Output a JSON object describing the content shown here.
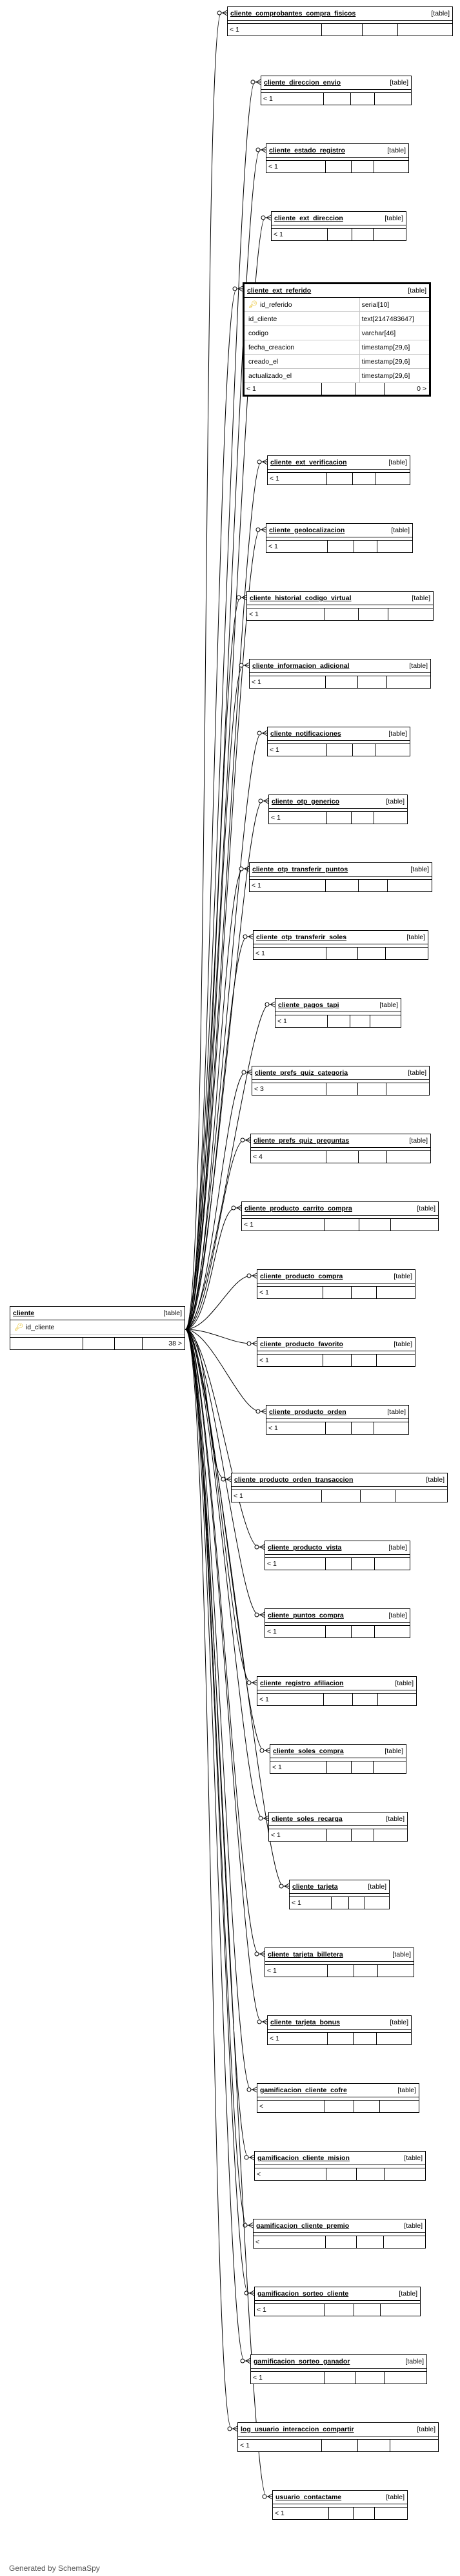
{
  "generated_by": "Generated by SchemaSpy",
  "main_table": {
    "name": "cliente",
    "type": "[table]",
    "columns": [
      {
        "name": "id_cliente",
        "key": true
      }
    ],
    "children": "38 >"
  },
  "focus_table": {
    "name": "cliente_ext_referido",
    "type": "[table]",
    "columns": [
      {
        "name": "id_referido",
        "type": "serial[10]",
        "key": true
      },
      {
        "name": "id_cliente",
        "type": "text[2147483647]",
        "key": false
      },
      {
        "name": "codigo",
        "type": "varchar[46]",
        "key": false
      },
      {
        "name": "fecha_creacion",
        "type": "timestamp[29,6]",
        "key": false
      },
      {
        "name": "creado_el",
        "type": "timestamp[29,6]",
        "key": false
      },
      {
        "name": "actualizado_el",
        "type": "timestamp[29,6]",
        "key": false
      }
    ],
    "parents": "< 1",
    "children": "0 >"
  },
  "tables": [
    {
      "name": "cliente_comprobantes_compra_fisicos",
      "type": "[table]",
      "parents": "< 1"
    },
    {
      "name": "cliente_direccion_envio",
      "type": "[table]",
      "parents": "< 1"
    },
    {
      "name": "cliente_estado_registro",
      "type": "[table]",
      "parents": "< 1"
    },
    {
      "name": "cliente_ext_direccion",
      "type": "[table]",
      "parents": "< 1"
    },
    {
      "name": "cliente_ext_verificacion",
      "type": "[table]",
      "parents": "< 1"
    },
    {
      "name": "cliente_geolocalizacion",
      "type": "[table]",
      "parents": "< 1"
    },
    {
      "name": "cliente_historial_codigo_virtual",
      "type": "[table]",
      "parents": "< 1"
    },
    {
      "name": "cliente_informacion_adicional",
      "type": "[table]",
      "parents": "< 1"
    },
    {
      "name": "cliente_notificaciones",
      "type": "[table]",
      "parents": "< 1"
    },
    {
      "name": "cliente_otp_generico",
      "type": "[table]",
      "parents": "< 1"
    },
    {
      "name": "cliente_otp_transferir_puntos",
      "type": "[table]",
      "parents": "< 1"
    },
    {
      "name": "cliente_otp_transferir_soles",
      "type": "[table]",
      "parents": "< 1"
    },
    {
      "name": "cliente_pagos_tapi",
      "type": "[table]",
      "parents": "< 1"
    },
    {
      "name": "cliente_prefs_quiz_categoria",
      "type": "[table]",
      "parents": "< 3"
    },
    {
      "name": "cliente_prefs_quiz_preguntas",
      "type": "[table]",
      "parents": "< 4"
    },
    {
      "name": "cliente_producto_carrito_compra",
      "type": "[table]",
      "parents": "< 1"
    },
    {
      "name": "cliente_producto_compra",
      "type": "[table]",
      "parents": "< 1"
    },
    {
      "name": "cliente_producto_favorito",
      "type": "[table]",
      "parents": "< 1"
    },
    {
      "name": "cliente_producto_orden",
      "type": "[table]",
      "parents": "< 1"
    },
    {
      "name": "cliente_producto_orden_transaccion",
      "type": "[table]",
      "parents": "< 1"
    },
    {
      "name": "cliente_producto_vista",
      "type": "[table]",
      "parents": "< 1"
    },
    {
      "name": "cliente_puntos_compra",
      "type": "[table]",
      "parents": "< 1"
    },
    {
      "name": "cliente_registro_afiliacion",
      "type": "[table]",
      "parents": "< 1"
    },
    {
      "name": "cliente_soles_compra",
      "type": "[table]",
      "parents": "< 1"
    },
    {
      "name": "cliente_soles_recarga",
      "type": "[table]",
      "parents": "< 1"
    },
    {
      "name": "cliente_tarjeta",
      "type": "[table]",
      "parents": "< 1"
    },
    {
      "name": "cliente_tarjeta_billetera",
      "type": "[table]",
      "parents": "< 1"
    },
    {
      "name": "cliente_tarjeta_bonus",
      "type": "[table]",
      "parents": "< 1"
    },
    {
      "name": "gamificacion_cliente_cofre",
      "type": "[table]",
      "parents": "<"
    },
    {
      "name": "gamificacion_cliente_mision",
      "type": "[table]",
      "parents": "<"
    },
    {
      "name": "gamificacion_cliente_premio",
      "type": "[table]",
      "parents": "<"
    },
    {
      "name": "gamificacion_sorteo_cliente",
      "type": "[table]",
      "parents": "< 1"
    },
    {
      "name": "gamificacion_sorteo_ganador",
      "type": "[table]",
      "parents": "< 1"
    },
    {
      "name": "log_usuario_interaccion_compartir",
      "type": "[table]",
      "parents": "< 1"
    },
    {
      "name": "usuario_contactame",
      "type": "[table]",
      "parents": "< 1"
    }
  ]
}
